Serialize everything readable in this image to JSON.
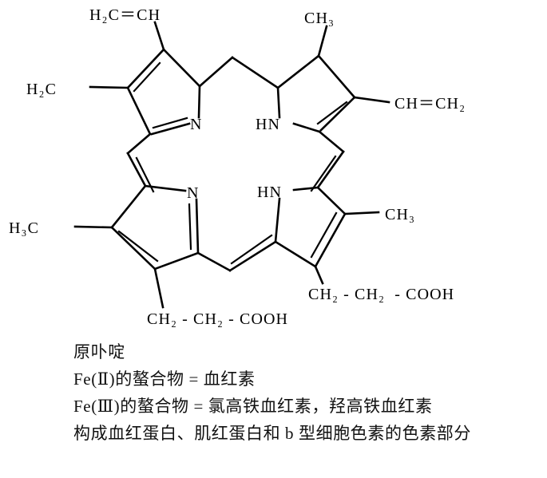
{
  "figure": {
    "kind": "chemical-structure",
    "molecule_name": "protoporphyrin",
    "substituents": {
      "top_left_vinyl": "H₂C＝CH",
      "left_upper_methylene": "H₂C",
      "top_right_methyl": "CH₃",
      "right_upper_vinyl": "CH＝CH₂",
      "left_lower_methyl": "H₃C",
      "right_lower_methyl": "CH₃",
      "left_propionic_chain": "CH₂ - CH₂ - COOH",
      "right_propionic_chain": "CH₂ - CH₂  - COOH"
    },
    "ring_atoms": {
      "top_left_nitrogen": "N",
      "top_right_nitrogen": "HN",
      "bottom_left_nitrogen": "N",
      "bottom_right_nitrogen": "HN"
    },
    "atom_labels": {
      "n": "N",
      "hn": "HN"
    }
  },
  "caption": {
    "lines": [
      "原卟啶",
      "Fe(Ⅱ)的螯合物 = 血红素",
      "Fe(Ⅲ)的螯合物 = 氯高铁血红素，羟高铁血红素",
      "构成血红蛋白、肌红蛋白和 b 型细胞色素的色素部分"
    ]
  },
  "colors": {
    "ink": "#000000",
    "background": "#ffffff"
  }
}
